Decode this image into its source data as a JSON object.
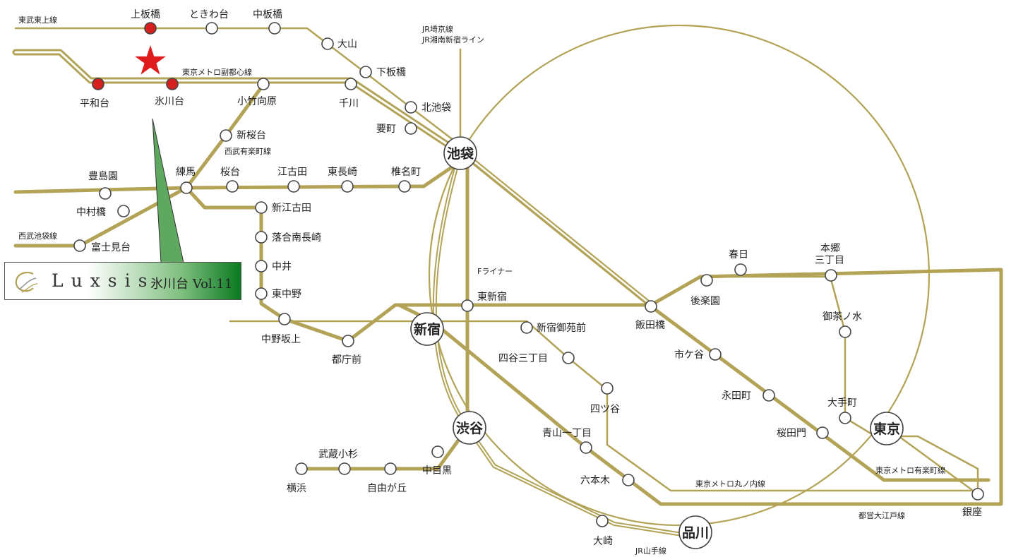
{
  "colors": {
    "line": "#b2a357",
    "line_light": "#c7bb7e",
    "active_station": "#d62020",
    "star": "#e01b1b",
    "brand_green": "#0b7a1e"
  },
  "brand": {
    "name": "Luxsis",
    "edition": "氷川台 Vol.11",
    "logo_icon": "luxsis-swirl-logo"
  },
  "line_labels": {
    "tobu_tojo": "東武東上線",
    "fukutoshin": "東京メトロ副都心線",
    "jr_saikyo": "JR埼京線",
    "jr_shonan": "JR湘南新宿ライン",
    "seibu_yurakucho": "西武有楽町線",
    "seibu_ikebukuro": "西武池袋線",
    "f_liner": "Fライナー",
    "yurakucho": "東京メトロ有楽町線",
    "marunouchi": "東京メトロ丸ノ内線",
    "oedo": "都営大江戸線",
    "yamanote": "JR山手線"
  },
  "hubs": {
    "ikebukuro": "池袋",
    "shinjuku": "新宿",
    "shibuya": "渋谷",
    "tokyo": "東京",
    "shinagawa": "品川"
  },
  "stations": {
    "kamiitabashi": "上板橋",
    "tokiwadai": "ときわ台",
    "nakaitabashi": "中板橋",
    "oyama": "大山",
    "shimoitabashi": "下板橋",
    "kitaikebukuro": "北池袋",
    "heiwadai": "平和台",
    "hikawadai": "氷川台",
    "kotakemukaihara": "小竹向原",
    "senkawa": "千川",
    "kanamecho": "要町",
    "shinsakuradai": "新桜台",
    "toshimaen": "豊島園",
    "nerima": "練馬",
    "sakuradai": "桜台",
    "ekoda": "江古田",
    "higashinagasaki": "東長崎",
    "shiinamachi": "椎名町",
    "nakamurabashi": "中村橋",
    "fujimidai": "富士見台",
    "shinegota": "新江古田",
    "ochiai": "落合南長崎",
    "nakai": "中井",
    "higashinakano": "東中野",
    "nakanosakaue": "中野坂上",
    "tochomae": "都庁前",
    "higashishinjuku": "東新宿",
    "shinjukugyoenmae": "新宿御苑前",
    "yotsuyasanchome": "四谷三丁目",
    "yotsuya": "四ツ谷",
    "kasuga": "春日",
    "hongosanchome_1": "本郷",
    "hongosanchome_2": "三丁目",
    "korakuen": "後楽園",
    "iidabashi": "飯田橋",
    "ochanomizu": "御茶ノ水",
    "ichigaya": "市ケ谷",
    "nagatacho": "永田町",
    "otemachi": "大手町",
    "sakuradamon": "桜田門",
    "aoyamaitchome": "青山一丁目",
    "roppongi": "六本木",
    "osaki": "大崎",
    "ginza": "銀座",
    "yokohama": "横浜",
    "musashikosugi": "武蔵小杉",
    "jiyugaoka": "自由が丘",
    "nakameguro": "中目黒"
  },
  "marker": {
    "icon": "star-icon",
    "at": "氷川台"
  }
}
